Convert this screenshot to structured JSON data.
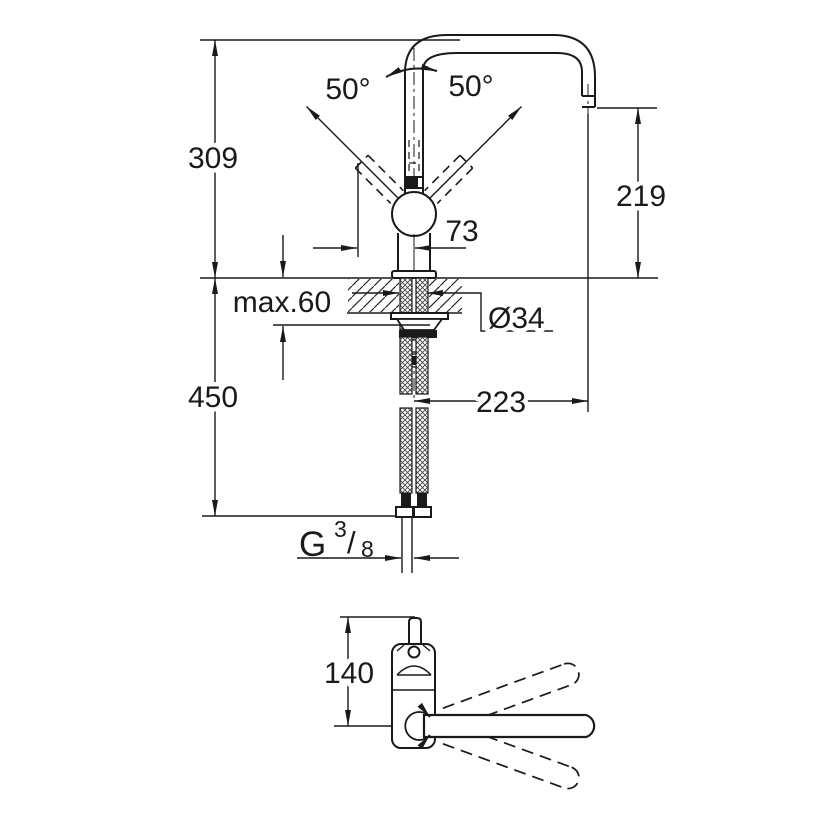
{
  "drawing": {
    "background": "#ffffff",
    "line_color": "#1a1a1a",
    "side_view": {
      "height_above_deck": "309",
      "outlet_height": "219",
      "lever_tilt_left": "50°",
      "lever_tilt_right": "50°",
      "lever_reach": "73",
      "max_deck_thickness": "max.60",
      "hole_diameter": "Ø34",
      "below_deck_length": "450",
      "spout_reach": "223",
      "thread": {
        "prefix": "G",
        "numerator": "3",
        "slash": "/",
        "denominator": "8"
      }
    },
    "plan_view": {
      "body_depth": "140"
    }
  }
}
